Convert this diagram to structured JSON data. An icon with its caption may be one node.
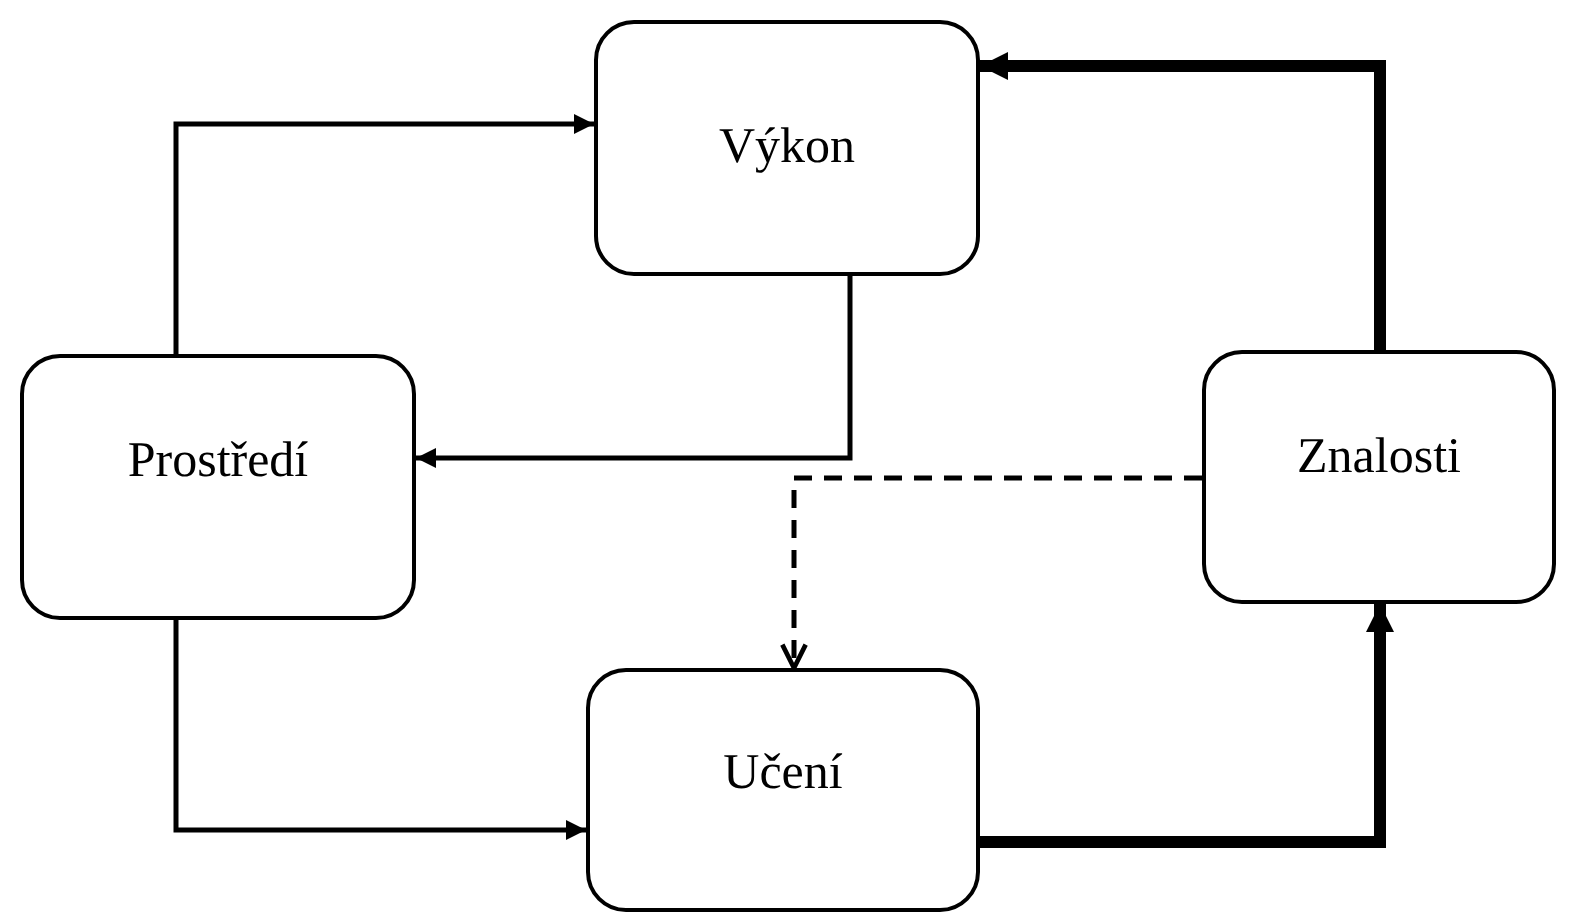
{
  "diagram": {
    "nodes": [
      {
        "text": [
          "Výkon"
        ]
      },
      {
        "text": [
          "Prostředí"
        ]
      },
      {
        "text": [
          "Znalosti"
        ]
      },
      {
        "text": [
          "Učení"
        ]
      }
    ],
    "edges": [
      {
        "from": 1,
        "to": 0,
        "arrow": "to"
      },
      {
        "from": 0,
        "to": 1,
        "arrow": "to"
      },
      {
        "from": 1,
        "to": 3,
        "arrow": "to"
      },
      {
        "from": 3,
        "to": 2,
        "arrow": "to",
        "style": "thick"
      },
      {
        "from": 2,
        "to": 0,
        "arrow": "to",
        "style": "thick"
      },
      {
        "from": 2,
        "to": 3,
        "arrow": "to",
        "style": "dashed"
      }
    ]
  }
}
